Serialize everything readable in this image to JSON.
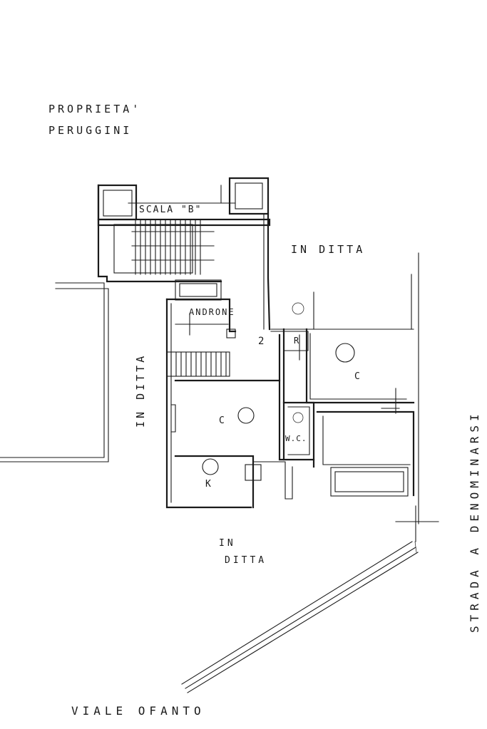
{
  "labels": {
    "proprieta_line1": "PROPRIETA'",
    "proprieta_line2": "PERUGGINI",
    "scala": "SCALA \"B\"",
    "in_ditta_top": "IN DITTA",
    "androne": "ANDRONE",
    "in_ditta_left": "IN DITTA",
    "in_ditta_bottom_1": "IN",
    "in_ditta_bottom_2": "DITTA",
    "strada": "STRADA A DENOMINARSI",
    "viale": "VIALE OFANTO",
    "room_c_left": "C",
    "room_c_right": "C",
    "room_k": "K",
    "room_r": "R",
    "room_wc": "W.C.",
    "num_2": "2"
  }
}
